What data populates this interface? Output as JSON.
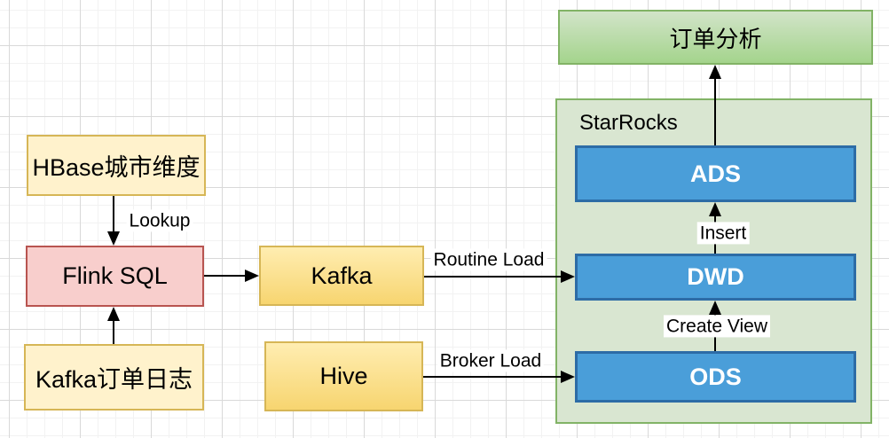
{
  "nodes": {
    "hbase": {
      "label": "HBase城市维度"
    },
    "flink": {
      "label": "Flink SQL"
    },
    "kafka_log": {
      "label": "Kafka订单日志"
    },
    "kafka": {
      "label": "Kafka"
    },
    "hive": {
      "label": "Hive"
    },
    "starrocks": {
      "label": "StarRocks"
    },
    "ads": {
      "label": "ADS"
    },
    "dwd": {
      "label": "DWD"
    },
    "ods": {
      "label": "ODS"
    },
    "order_analysis": {
      "label": "订单分析"
    }
  },
  "edge_labels": {
    "lookup": "Lookup",
    "routine_load": "Routine Load",
    "broker_load": "Broker Load",
    "create_view": "Create View",
    "insert": "Insert"
  },
  "colors": {
    "yellow_fill": "#fff2cc",
    "yellow_border": "#d6b656",
    "pink_fill": "#f8cecc",
    "pink_border": "#b85450",
    "orange_grad_top": "#ffedb1",
    "orange_grad_bottom": "#f7d570",
    "green_grad_top": "#d2e4c9",
    "green_grad_bottom": "#a4d48c",
    "green_border": "#82b366",
    "group_fill": "#d9e6d1",
    "blue_fill": "#4a9ed9",
    "blue_border": "#2d6ca6",
    "edge_color": "#000000",
    "grid_minor": "#f2f2f2",
    "grid_major": "#d9d9d9"
  }
}
